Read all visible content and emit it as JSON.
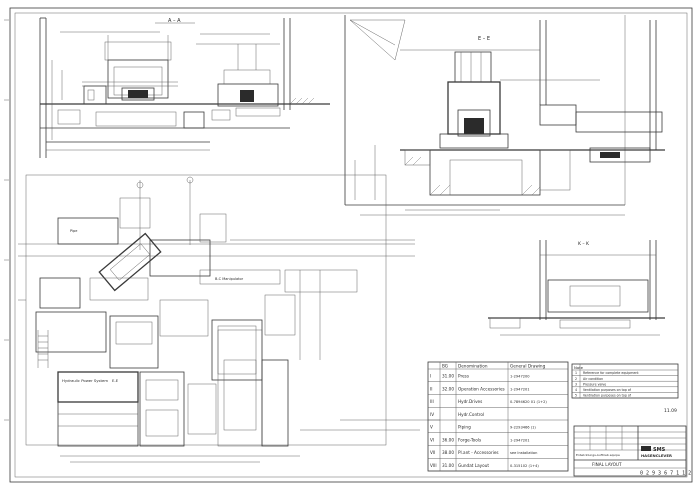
{
  "views": {
    "elev_aa": "A – A",
    "elev_ee": "E – E",
    "plan_pipe": "Pipe",
    "hydraulic_label": "Hydraulic Power System",
    "section_label": "E-E",
    "detail_kk": "K – K",
    "plan_misc": "B-C Manipulator"
  },
  "bom": {
    "headers": {
      "pos": "BG",
      "denomination": "Denomination",
      "drawing": "General Drawing"
    },
    "rows": [
      {
        "num": "I",
        "pos": "31.00",
        "denomination": "Press",
        "drawing": "1-2947200"
      },
      {
        "num": "II",
        "pos": "32.00",
        "denomination": "Operation Accessories",
        "drawing": "1-2947201"
      },
      {
        "num": "III",
        "pos": "",
        "denomination": "Hydr.Drives",
        "drawing": "0-7894620 01 (1+2)"
      },
      {
        "num": "IV",
        "pos": "",
        "denomination": "Hydr.Control",
        "drawing": ""
      },
      {
        "num": "V",
        "pos": "",
        "denomination": "Piping",
        "drawing": "9-2293466 (1)"
      },
      {
        "num": "VI",
        "pos": "36.00",
        "denomination": "Forge-Tools",
        "drawing": "1-2947201"
      },
      {
        "num": "VII",
        "pos": "38.00",
        "denomination": "Pl.ant - Accessories",
        "drawing": "see Installation"
      },
      {
        "num": "VIII",
        "pos": "31.00",
        "denomination": "Gundat Layout",
        "drawing": "0-315102 (1+4)"
      }
    ]
  },
  "notes": {
    "header": "Note",
    "rows": [
      {
        "n": "1",
        "text": "Reference for complete equipment"
      },
      {
        "n": "2",
        "text": "Air condition"
      },
      {
        "n": "3",
        "text": "Pressure valve"
      },
      {
        "n": "4",
        "text": "Ventilation purposes on top of"
      },
      {
        "n": "5",
        "text": "Ventilation purposes on top of"
      }
    ]
  },
  "title_block": {
    "brand": "SMS",
    "company": "HASENCLEVER",
    "subtitle": "Entwicklungs-Auftrieb equipe",
    "drawing_title": "FINAL LAYOUT",
    "drawing_number": "0 2 9 3 6 7 1 1 2",
    "stamp": "11.09"
  }
}
